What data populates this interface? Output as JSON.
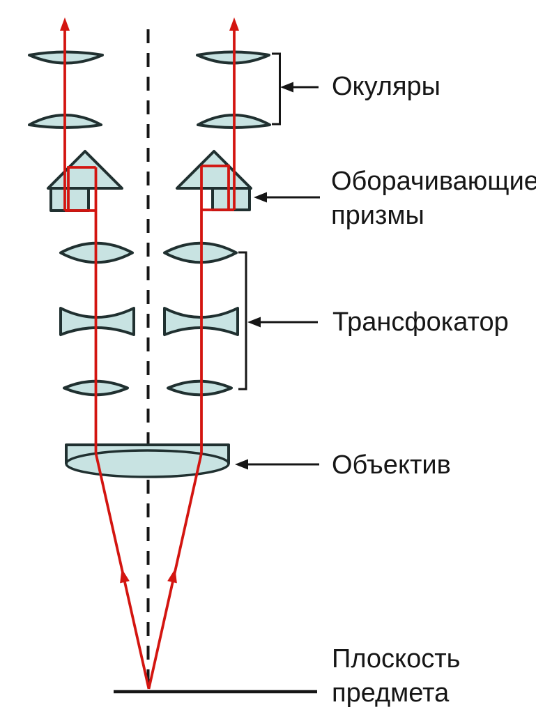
{
  "figure": {
    "kind": "stereo-microscope-optical-path-diagram",
    "labels": {
      "eyepieces": "Окуляры",
      "prisms_line1": "Оборачивающие",
      "prisms_line2": "призмы",
      "zoom": "Трансфокатор",
      "objective": "Объектив",
      "object_plane_line1": "Плоскость",
      "object_plane_line2": "предмета"
    },
    "colors": {
      "ray": "#d31510",
      "lens_fill": "#c8e3e2",
      "lens_outline": "#203030",
      "annotation": "#161616",
      "background": "#ffffff"
    }
  }
}
